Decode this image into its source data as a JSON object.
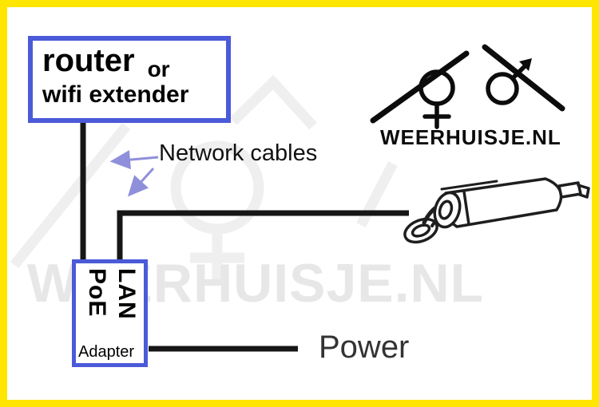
{
  "router_box": {
    "title": "router",
    "or": "or",
    "subtitle": "wifi extender"
  },
  "labels": {
    "network_cables": "Network cables",
    "power": "Power"
  },
  "poe_box": {
    "col1": "PoE",
    "col2": "LAN",
    "adapter": "Adapter"
  },
  "logo": {
    "text": "WEERHUISJE.NL"
  },
  "watermark": {
    "text": "WEERHUISJE.NL"
  },
  "colors": {
    "frame_yellow": "#FFE600",
    "box_border_blue": "#4a5ad8",
    "arrow_purple": "#8f8fdb",
    "line_black": "#1a1a1a",
    "watermark_gray": "#e7e7e7"
  }
}
